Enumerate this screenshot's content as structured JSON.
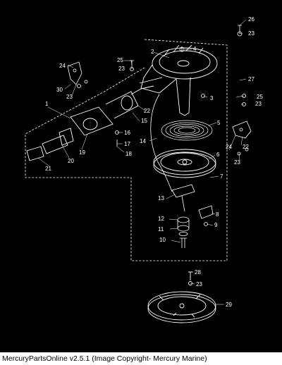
{
  "diagram": {
    "callouts": [
      "1",
      "2",
      "3",
      "4",
      "5",
      "6",
      "7",
      "8",
      "9",
      "10",
      "11",
      "12",
      "13",
      "14",
      "15",
      "16",
      "17",
      "18",
      "19",
      "20",
      "21",
      "22",
      "22",
      "23",
      "23",
      "23",
      "23",
      "23",
      "23",
      "24",
      "24",
      "25",
      "25",
      "26",
      "27",
      "28",
      "29",
      "30"
    ]
  },
  "footer": {
    "text": "MercuryPartsOnline v2.5.1 (Image Copyright- Mercury Marine)"
  },
  "colors": {
    "background": "#000000",
    "line_art": "#ffffff",
    "footer_background": "#ffffff",
    "footer_text": "#000000"
  }
}
